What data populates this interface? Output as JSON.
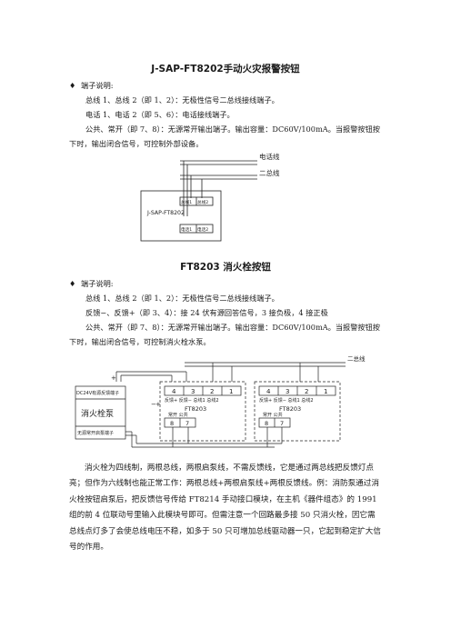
{
  "section1": {
    "title": "J-SAP-FT8202手动火灾报警按钮",
    "bullet_symbol": "♦",
    "bullet_label": "端子说明:",
    "lines": [
      "总线 1、总线 2（即 1、2）：无极性信号二总线接线端子。",
      "电话 1、电话 2（即 5、6）：电话接线端子。",
      "公共、常开（即 7、8）：无源常开输出端子。输出容量：DC60V/100mA。当报警按钮按",
      "下时，输出闭合信号，可控制外部设备。"
    ],
    "diagram": {
      "phone_line_label": "电话线",
      "bus_label": "二总线",
      "device_label": "J-SAP-FT8202",
      "terminals_top": [
        "总线1",
        "总线2"
      ],
      "terminals_bottom": [
        "电话1",
        "电话2"
      ]
    }
  },
  "section2": {
    "title": "FT8203 消火栓按钮",
    "bullet_symbol": "♦",
    "bullet_label": "端子说明:",
    "lines": [
      "总线 1、总线 2（即 1、2）：无极性信号二总线接线端子。",
      "反馈−、反馈+（即 3、4）：接 24 伏有源回答信号，3 接负极，4 接正极",
      "公共、常开（即 7、8）：无源常开输出端子。输出容量：DC60V/100mA。当报警按钮按",
      "下时，输出闭合信号，可控制消火栓水泵。"
    ],
    "diagram": {
      "bus_label": "二总线",
      "pump_top_label": "DC24V有源反馈端子",
      "pump_name": "消火栓泵",
      "pump_bottom_label": "无源常开启泵端子",
      "plus": "+",
      "minus": "−",
      "terminal_numbers": [
        "4",
        "3",
        "2",
        "1"
      ],
      "terminal_names": "反馈+ 反馈− 总线1 总线2",
      "module_name": "FT8203",
      "output_labels": "常开  公共",
      "output_numbers": [
        "8",
        "7"
      ]
    }
  },
  "description": "消火栓为四线制，两根总线，两根启泵线，不需反馈线，它是通过两总线把反馈灯点亮；但作为六线制也能正常工作：两根总线+两根启泵线+两根反馈线。例：消防泵通过消火栓按钮启泵后，把反馈信号传给 FT8214 手动接口模块，在主机《器件组态》的 1991 组的前 4 位联动号里输入此模块号即可。但需注意一个回路最多接 50 只消火栓，因它需总线点灯多了会使总线电压不稳，如多于 50 只可增加总线驱动器一只，它起到稳定扩大信号的作用。"
}
